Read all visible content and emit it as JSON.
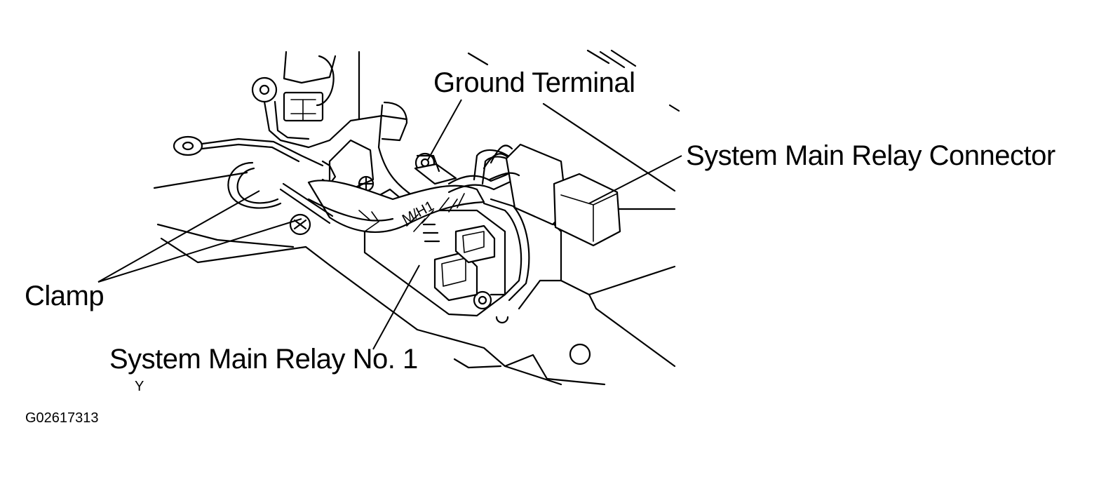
{
  "labels": {
    "ground_terminal": "Ground Terminal",
    "relay_connector": "System Main Relay Connector",
    "clamp": "Clamp",
    "relay_no1": "System Main Relay No. 1",
    "figure_id": "G02617313",
    "small_mark": "Y"
  },
  "relay_marking": "M/H1",
  "colors": {
    "ink": "#000000",
    "background": "#ffffff"
  }
}
